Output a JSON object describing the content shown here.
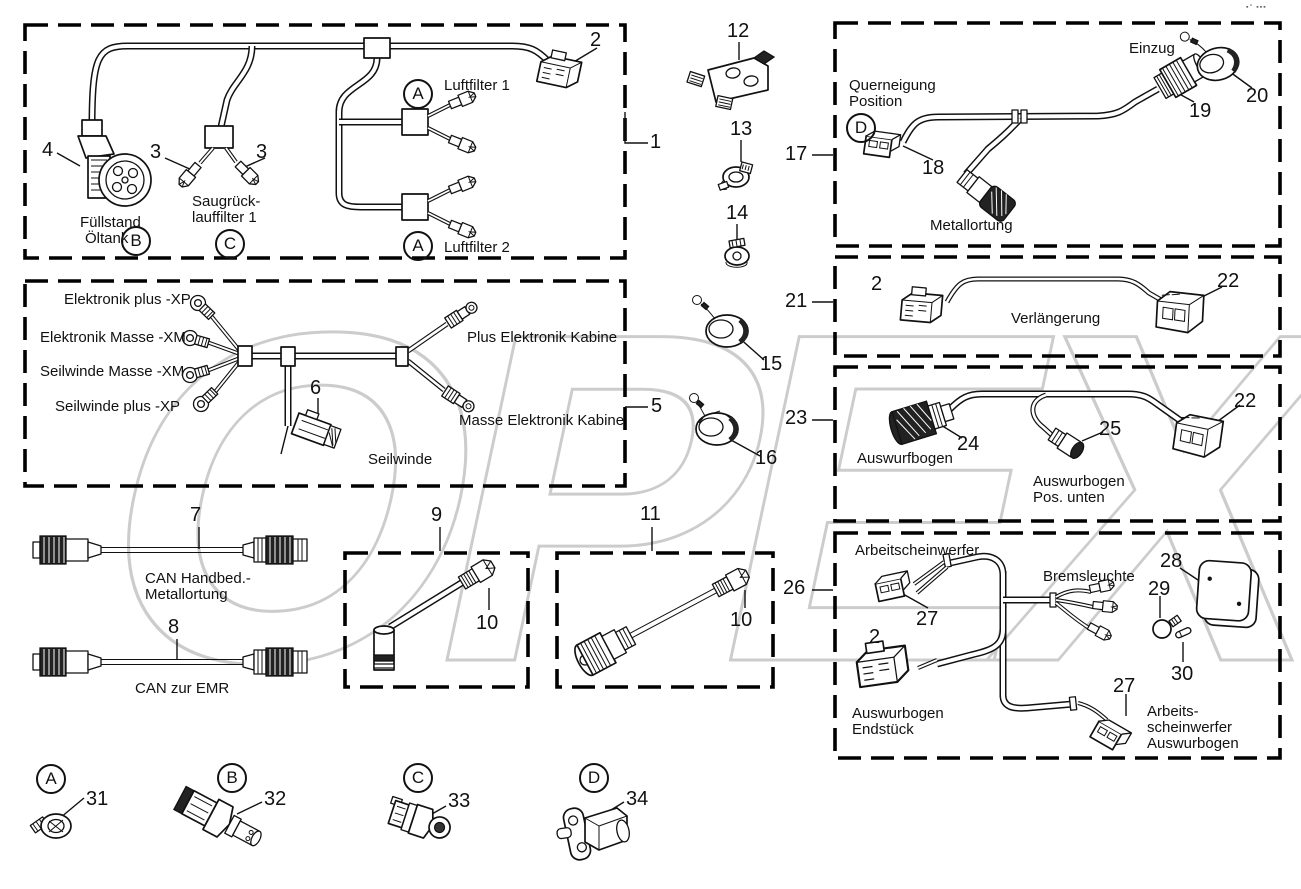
{
  "watermark": "OPEX",
  "corner_mark": "▪° ▪▪▪",
  "colors": {
    "line": "#111111",
    "watermark": "#c7c7c7",
    "dark_fill": "#222222",
    "background": "#ffffff"
  },
  "ref_letters": {
    "a": "A",
    "b": "B",
    "c": "C",
    "d": "D"
  },
  "callouts": {
    "c1": "1",
    "c2": "2",
    "c3": "3",
    "c4": "4",
    "c5": "5",
    "c6": "6",
    "c7": "7",
    "c8": "8",
    "c9": "9",
    "c10": "10",
    "c11": "11",
    "c12": "12",
    "c13": "13",
    "c14": "14",
    "c15": "15",
    "c16": "16",
    "c17": "17",
    "c18": "18",
    "c19": "19",
    "c20": "20",
    "c21": "21",
    "c22": "22",
    "c23": "23",
    "c24": "24",
    "c25": "25",
    "c26": "26",
    "c27": "27",
    "c28": "28",
    "c29": "29",
    "c30": "30",
    "c31": "31",
    "c32": "32",
    "c33": "33",
    "c34": "34"
  },
  "labels": {
    "luftfilter1": "Luftfilter 1",
    "luftfilter2": "Luftfilter 2",
    "fuellstand_1": "Füllstand",
    "fuellstand_2": "Öltank",
    "saugrueck_1": "Saugrück-",
    "saugrueck_2": "lauffilter 1",
    "elektronik_plus": "Elektronik plus -XP",
    "elektronik_masse": "Elektronik Masse -XM",
    "seilwinde_masse": "Seilwinde Masse -XM",
    "seilwinde_plus": "Seilwinde plus -XP",
    "plus_kabine": "Plus Elektronik Kabine",
    "masse_kabine": "Masse Elektronik Kabine",
    "seilwinde": "Seilwinde",
    "can_handbed_1": "CAN Handbed.-",
    "can_handbed_2": "Metallortung",
    "can_emr": "CAN zur EMR",
    "querneigung_1": "Querneigung",
    "querneigung_2": "Position",
    "einzug": "Einzug",
    "metallortung": "Metallortung",
    "verlaengerung": "Verlängerung",
    "auswurfbogen": "Auswurfbogen",
    "auswurbogen_pos_1": "Auswurbogen",
    "auswurbogen_pos_2": "Pos. unten",
    "arbeitsscheinwerfer": "Arbeitscheinwerfer",
    "bremsleuchte": "Bremsleuchte",
    "auswurbogen_end_1": "Auswurbogen",
    "auswurbogen_end_2": "Endstück",
    "arbeitsscheinwerfer_aus_1": "Arbeits-",
    "arbeitsscheinwerfer_aus_2": "scheinwerfer",
    "arbeitsscheinwerfer_aus_3": "Auswurbogen"
  }
}
